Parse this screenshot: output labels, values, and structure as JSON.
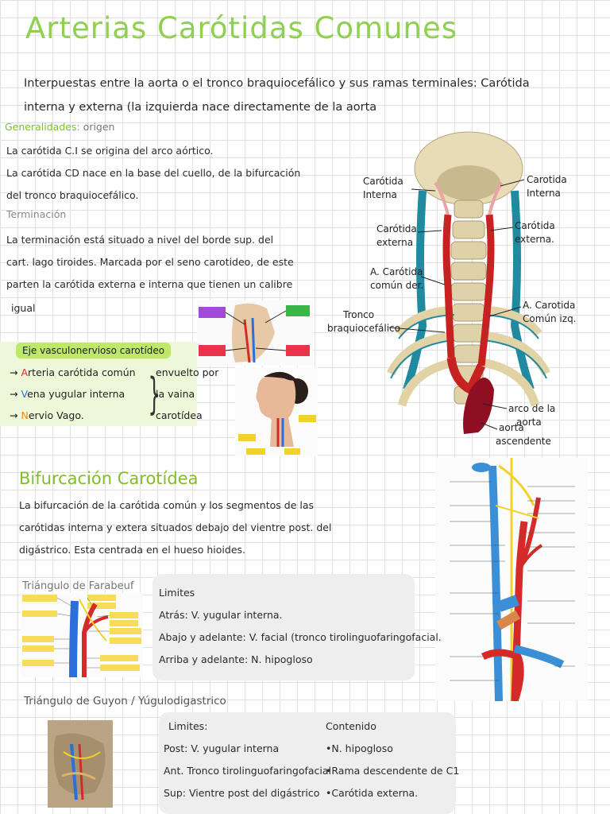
{
  "title": "Arterias Carótidas Comunes",
  "intro": [
    "Interpuestas entre la aorta o el tronco braquiocefálico y sus ramas terminales: Carótida",
    "interna y externa (la izquierda nace directamente de la aorta"
  ],
  "generalidades": {
    "heading": "Generalidades:",
    "subheading": "origen",
    "lines": [
      "La carótida C.I se origina del arco aórtico.",
      "La carótida CD nace en la base del cuello, de la bifurcación",
      "del tronco braquiocefálico."
    ]
  },
  "terminacion": {
    "heading": "Terminación",
    "lines": [
      "La terminación está situado a nivel del borde sup. del",
      "cart. lago tiroides. Marcada por el seno carotideo, de este",
      "parten la carótida externa e interna que tienen un calibre",
      "igual"
    ]
  },
  "eje": {
    "title": "Eje vasculonervioso carotídeo",
    "items": [
      {
        "arrow": "→",
        "initial": "A",
        "rest": "rteria carótida común",
        "color": "#e0282a"
      },
      {
        "arrow": "→",
        "initial": "V",
        "rest": "ena yugular interna",
        "color": "#2a6fdb"
      },
      {
        "arrow": "→",
        "initial": "N",
        "rest": "ervio Vago.",
        "color": "#f08a12"
      }
    ],
    "wrap": [
      "envuelto por",
      "la vaina",
      "carotídea"
    ]
  },
  "main_figure_labels": {
    "carotida_interna_left": [
      "Carótida",
      "Interna"
    ],
    "carotida_externa_left": [
      "Carótida",
      "externa"
    ],
    "carotida_comun_der": [
      "A. Carótida",
      "común der."
    ],
    "tronco": [
      "Tronco",
      "braquiocefálico"
    ],
    "carotida_interna_right": [
      "Carotida",
      "Interna"
    ],
    "carotida_externa_right": [
      "Carótida",
      "externa."
    ],
    "carotida_comun_izq": [
      "A. Carotida",
      "Común izq."
    ],
    "arco_aorta": [
      "arco de la",
      "aorta"
    ],
    "aorta_ascendente": [
      "aorta",
      "ascendente"
    ]
  },
  "bifurcacion": {
    "heading": "Bifurcación Carotídea",
    "lines": [
      "La bifurcación de la carótida común y los segmentos de las",
      "carótidas interna y extera situados debajo del vientre post. del",
      "digástrico. Esta centrada en el hueso hioides."
    ]
  },
  "farabeuf": {
    "heading": "Triángulo de Farabeuf",
    "limits_title": "Limites",
    "limits": [
      "Atrás: V. yugular interna.",
      "Abajo y adelante: V. facial (tronco tirolinguofaringofacial.",
      "Arriba y adelante: N. hipogloso"
    ]
  },
  "guyon": {
    "heading": "Triángulo de Guyon / Yúgulodigastrico",
    "limits_title": "Limites:",
    "limits": [
      "Post: V. yugular interna",
      "Ant. Tronco tirolinguofaringofacial",
      "Sup: Vientre post del digástrico"
    ],
    "content_title": "Contenido",
    "content": [
      "•N. hipogloso",
      "•Rama descendente de C1",
      "•Carótida externa."
    ]
  },
  "colors": {
    "title_green": "#8fd14f",
    "artery_red": "#d42a2a",
    "vein_blue": "#2a6fdb",
    "nerve_yellow": "#f2d12b"
  }
}
